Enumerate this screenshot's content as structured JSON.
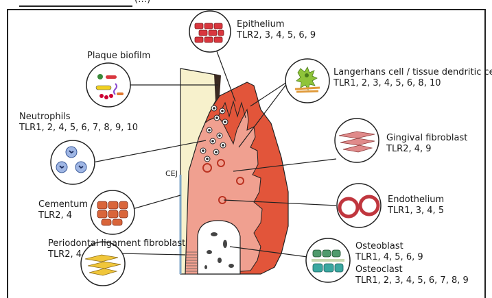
{
  "header_fragment": "(…)",
  "cej_label": "CEJ",
  "labels": {
    "epithelium": {
      "name": "Epithelium",
      "tlr": "TLR2, 3, 4, 5, 6, 9"
    },
    "plaque": {
      "name": "Plaque biofilm"
    },
    "langerhans": {
      "name": "Langerhans cell / tissue dendritic cell",
      "tlr": "TLR1, 2, 3, 4, 5, 6, 8, 10"
    },
    "neutrophils": {
      "name": "Neutrophils",
      "tlr": "TLR1, 2, 4, 5, 6, 7, 8, 9, 10"
    },
    "gingival_fibroblast": {
      "name": "Gingival fibroblast",
      "tlr": "TLR2, 4, 9"
    },
    "cementum": {
      "name": "Cementum",
      "tlr": "TLR2, 4"
    },
    "endothelium": {
      "name": "Endothelium",
      "tlr": "TLR1, 3, 4, 5"
    },
    "pdl_fibroblast": {
      "name": "Periodontal ligament fibroblast",
      "tlr": "TLR2, 4"
    },
    "osteoblast": {
      "name": "Osteoblast",
      "tlr": "TLR1, 4, 5, 6, 9"
    },
    "osteoclast": {
      "name": "Osteoclast",
      "tlr": "TLR1, 2, 3, 4, 5, 6, 7, 8, 9"
    }
  },
  "colors": {
    "gingiva_dark": "#e2553a",
    "gingiva_light": "#f0a090",
    "tooth": "#f7f1cc",
    "bone": "#ffffff",
    "cell_red": "#d9363e",
    "cell_blue": "#5b7fc4",
    "langerhans_green": "#8fc43a",
    "osteoblast_green": "#4f9b6c",
    "fibroblast_pink": "#e08a8a",
    "fibroblast_yellow": "#f0c63a"
  }
}
